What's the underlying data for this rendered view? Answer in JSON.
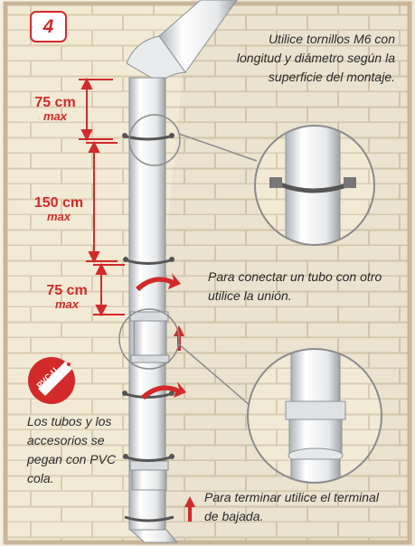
{
  "step": {
    "number": "4"
  },
  "notes": {
    "screws": "Utilice tornillos M6 con longitud y diámetro según la superficie del montaje.",
    "connect": "Para conectar un tubo con otro utilice la unión.",
    "glue": "Los tubos y los accesorios se pegan con PVC cola.",
    "finish": "Para terminar utilice el terminal de bajada."
  },
  "dimensions": [
    {
      "value": "75 cm",
      "qualifier": "max"
    },
    {
      "value": "150 cm",
      "qualifier": "max"
    },
    {
      "value": "75 cm",
      "qualifier": "max"
    }
  ],
  "badge": {
    "label": "PVC-U"
  },
  "colors": {
    "accent": "#d22a2a",
    "brick": "#f3ead6",
    "mortar": "#d9ccb1",
    "pipe": "#eef0f2",
    "frame": "#c9b69a"
  }
}
